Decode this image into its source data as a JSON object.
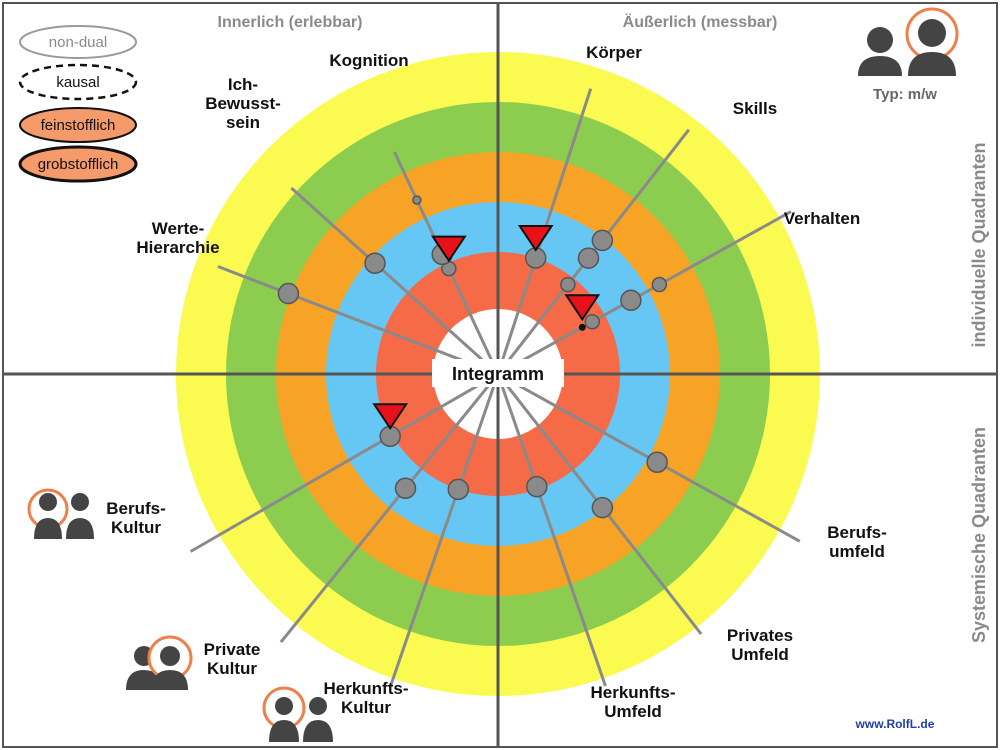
{
  "colors": {
    "ring_yellow": "#fafa50",
    "ring_green": "#8ccd50",
    "ring_orange": "#f7a325",
    "ring_blue": "#66c6f4",
    "ring_red": "#f56b48",
    "center": "#ffffff",
    "marker": "#e8111a",
    "dot": "#8a8a8a",
    "spoke": "#8a8a8a",
    "quadrant_title": "#8a8a8a",
    "legend_orange": "#f59a6a"
  },
  "quadrants": {
    "top_left_title": "Innerlich (erlebbar)",
    "top_right_title": "Äußerlich (messbar)",
    "right_top_title": "individuelle Quadranten",
    "right_bottom_title": "Systemische Quadranten"
  },
  "legend": [
    {
      "label": "non-dual",
      "style": "outline-gray"
    },
    {
      "label": "kausal",
      "style": "dashed"
    },
    {
      "label": "feinstofflich",
      "style": "filled"
    },
    {
      "label": "grobstofflich",
      "style": "filled"
    }
  ],
  "center_label": "Integramm",
  "type_label": "Typ: m/w",
  "credit": "www.RolfL.de",
  "spokes": [
    {
      "id": "kognition",
      "lines": [
        "Kognition"
      ],
      "angle": 291,
      "dots": [
        {
          "level": 3.05,
          "size": "big"
        }
      ]
    },
    {
      "id": "ich-bewusstsein",
      "lines": [
        "Ich-",
        "Bewusst-",
        "sein"
      ],
      "angle": 312,
      "dots": [
        {
          "level": 1.87,
          "size": "big"
        }
      ]
    },
    {
      "id": "werte-hierarchie",
      "lines": [
        "Werte-",
        "Hierarchie"
      ],
      "angle": 335,
      "dots": [
        {
          "level": 0.9,
          "size": "small"
        },
        {
          "level": 1.2,
          "size": "big"
        },
        {
          "level": 2.4,
          "size": "tiny"
        }
      ],
      "marker": 0.9
    },
    {
      "id": "koerper",
      "lines": [
        "Körper"
      ],
      "angle": 18,
      "dots": [
        {
          "level": 1.0,
          "size": "big"
        }
      ],
      "marker": 1.0
    },
    {
      "id": "skills",
      "lines": [
        "Skills"
      ],
      "angle": 38,
      "dots": [
        {
          "level": 0.85,
          "size": "small"
        },
        {
          "level": 1.5,
          "size": "big"
        },
        {
          "level": 1.95,
          "size": "big"
        }
      ]
    },
    {
      "id": "verhalten",
      "lines": [
        "Verhalten"
      ],
      "angle": 61,
      "dots": [
        {
          "level": 0.75,
          "size": "small"
        },
        {
          "level": 1.6,
          "size": "big"
        },
        {
          "level": 2.25,
          "size": "small"
        }
      ],
      "marker": 0.55
    },
    {
      "id": "berufs-kultur",
      "lines": [
        "Berufs-",
        "Kultur"
      ],
      "angle": 240,
      "dots": [
        {
          "level": 1.05,
          "size": "big"
        }
      ],
      "marker": 1.05
    },
    {
      "id": "private-kultur",
      "lines": [
        "Private",
        "Kultur"
      ],
      "angle": 219,
      "dots": [
        {
          "level": 1.5,
          "size": "big"
        }
      ]
    },
    {
      "id": "herkunfts-kultur",
      "lines": [
        "Herkunfts-",
        "Kultur"
      ],
      "angle": 199,
      "dots": [
        {
          "level": 1.0,
          "size": "big"
        }
      ]
    },
    {
      "id": "herkunfts-umfeld",
      "lines": [
        "Herkunfts-",
        "Umfeld"
      ],
      "angle": 161,
      "dots": [
        {
          "level": 0.95,
          "size": "big"
        }
      ]
    },
    {
      "id": "privates-umfeld",
      "lines": [
        "Privates",
        "Umfeld"
      ],
      "angle": 142,
      "dots": [
        {
          "level": 1.95,
          "size": "big"
        }
      ]
    },
    {
      "id": "berufs-umfeld",
      "lines": [
        "Berufs-",
        "umfeld"
      ],
      "angle": 119,
      "dots": [
        {
          "level": 2.2,
          "size": "big"
        }
      ]
    }
  ]
}
